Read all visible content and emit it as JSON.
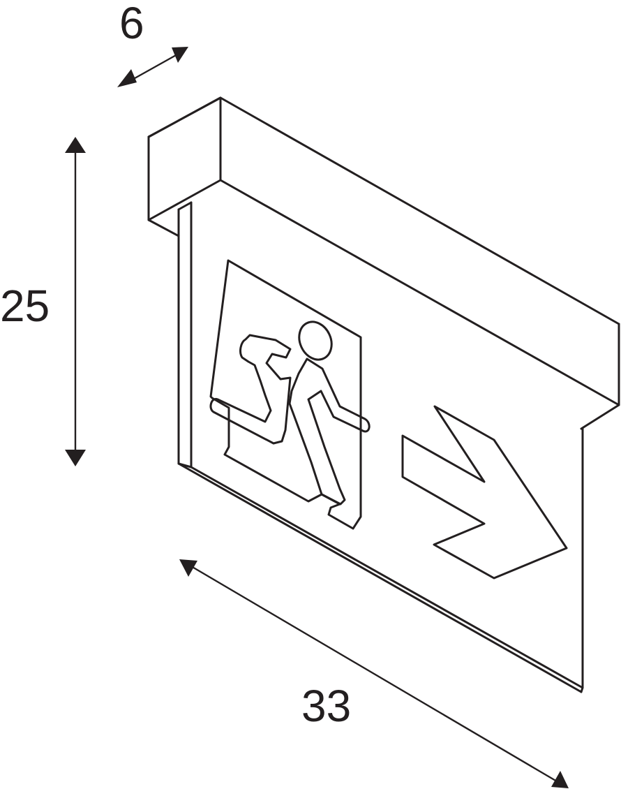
{
  "dimensions": {
    "depth": "6",
    "height": "25",
    "width": "33"
  },
  "colors": {
    "line": "#231f20",
    "background": "#ffffff"
  },
  "icons": {
    "running_man": "running-man-icon",
    "direction_arrow": "arrow-right-icon"
  }
}
